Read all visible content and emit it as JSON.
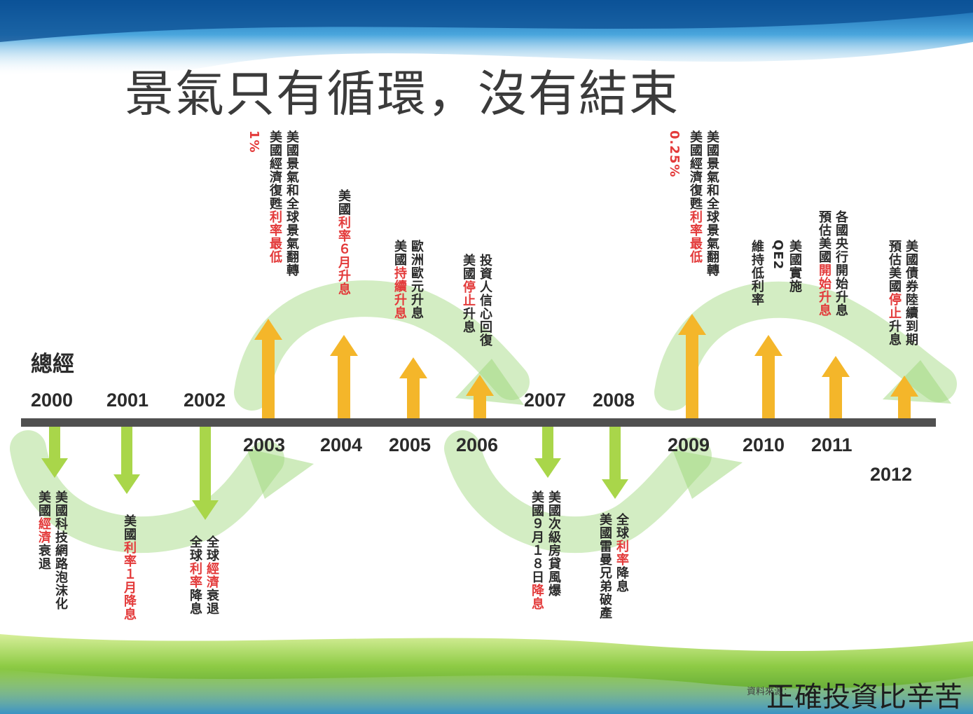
{
  "title": "景氣只有循環，沒有結束",
  "axis_label": "總經",
  "years": [
    "2000",
    "2001",
    "2002",
    "2003",
    "2004",
    "2005",
    "2006",
    "2007",
    "2008",
    "2009",
    "2010",
    "2011",
    "2012"
  ],
  "events_above": [
    {
      "lines": [
        [
          {
            "t": "美國景氣和全球景氣翻轉",
            "red": false
          }
        ],
        [
          {
            "t": "美國經濟復甦",
            "red": false
          },
          {
            "t": "利率最低",
            "red": true
          }
        ],
        [
          {
            "t": "1%",
            "red": true
          }
        ]
      ]
    },
    {
      "lines": [
        [
          {
            "t": "美國",
            "red": false
          },
          {
            "t": "利率６月升息",
            "red": true
          }
        ]
      ]
    },
    {
      "lines": [
        [
          {
            "t": "歐洲歐元升息",
            "red": false
          }
        ],
        [
          {
            "t": "美國",
            "red": false
          },
          {
            "t": "持續升息",
            "red": true
          }
        ]
      ]
    },
    {
      "lines": [
        [
          {
            "t": "投資人信心回復",
            "red": false
          }
        ],
        [
          {
            "t": "美國",
            "red": false
          },
          {
            "t": "停止",
            "red": true
          },
          {
            "t": "升息",
            "red": false
          }
        ]
      ]
    },
    {
      "lines": [
        [
          {
            "t": "美國景氣和全球景氣翻轉",
            "red": false
          }
        ],
        [
          {
            "t": "美國經濟復甦",
            "red": false
          },
          {
            "t": "利率最低",
            "red": true
          }
        ],
        [
          {
            "t": "0.25%",
            "red": true
          }
        ]
      ]
    },
    {
      "lines": [
        [
          {
            "t": "美國實施",
            "red": false
          }
        ],
        [
          {
            "t": "QE2",
            "red": false
          }
        ],
        [
          {
            "t": "維持低利率",
            "red": false
          }
        ]
      ]
    },
    {
      "lines": [
        [
          {
            "t": "各國央行開始升息",
            "red": false
          }
        ],
        [
          {
            "t": "預估美國",
            "red": false
          },
          {
            "t": "開始升息",
            "red": true
          }
        ]
      ]
    },
    {
      "lines": [
        [
          {
            "t": "美國債券陸續到期",
            "red": false
          }
        ],
        [
          {
            "t": "預估美國",
            "red": false
          },
          {
            "t": "停止",
            "red": true
          },
          {
            "t": "升息",
            "red": false
          }
        ]
      ]
    }
  ],
  "events_below": [
    {
      "lines": [
        [
          {
            "t": "美國科技網路泡沫化",
            "red": false
          }
        ],
        [
          {
            "t": "美國",
            "red": false
          },
          {
            "t": "經濟",
            "red": true
          },
          {
            "t": "衰退",
            "red": false
          }
        ]
      ]
    },
    {
      "lines": [
        [
          {
            "t": "美國",
            "red": false
          },
          {
            "t": "利率１月降息",
            "red": true
          }
        ]
      ]
    },
    {
      "lines": [
        [
          {
            "t": "全球",
            "red": false
          },
          {
            "t": "經濟",
            "red": true
          },
          {
            "t": "衰退",
            "red": false
          }
        ],
        [
          {
            "t": "全球",
            "red": false
          },
          {
            "t": "利率",
            "red": true
          },
          {
            "t": "降息",
            "red": false
          }
        ]
      ]
    },
    {
      "lines": [
        [
          {
            "t": "美國次級房貸風爆",
            "red": false
          }
        ],
        [
          {
            "t": "美國９月１８日",
            "red": false
          },
          {
            "t": "降息",
            "red": true
          }
        ]
      ]
    },
    {
      "lines": [
        [
          {
            "t": "全球",
            "red": false
          },
          {
            "t": "利率",
            "red": true
          },
          {
            "t": "降息",
            "red": false
          }
        ],
        [
          {
            "t": "美國雷曼兄弟破產",
            "red": false
          }
        ]
      ]
    }
  ],
  "footer": {
    "source": "資料來源：",
    "slogan": "正確投資比辛苦"
  },
  "colors": {
    "axis": "#505050",
    "up_arrow": "#f4b62a",
    "down_arrow": "#a9d64a",
    "cycle": "#9ed87a",
    "red_text": "#e33a3a",
    "banner": "#2e86c8"
  }
}
